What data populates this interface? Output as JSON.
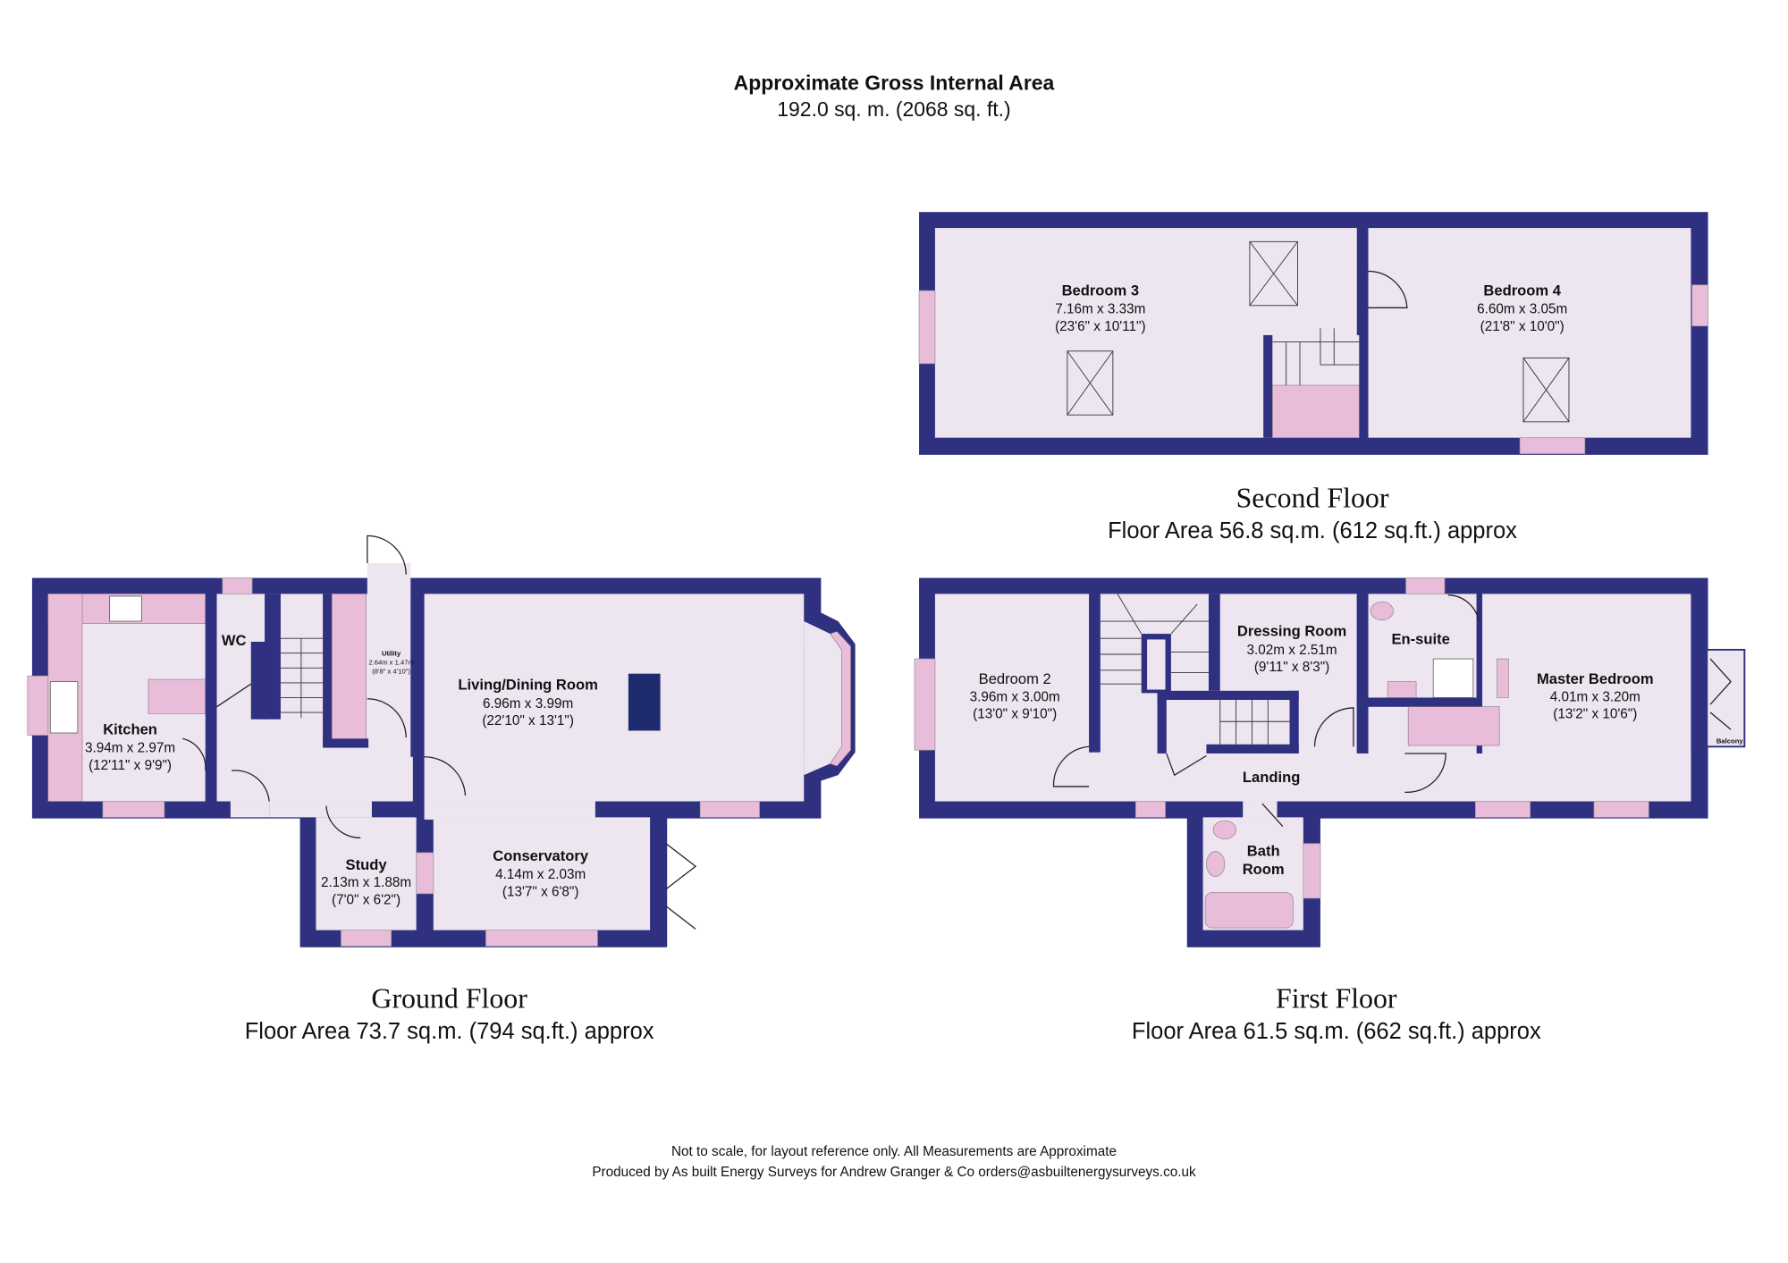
{
  "header": {
    "title": "Approximate Gross Internal Area",
    "total_area": "192.0 sq. m. (2068 sq. ft.)"
  },
  "colors": {
    "walls": "#2f3080",
    "floor": "#ede5f0",
    "fixtures": "#e9bdd9"
  },
  "floors": {
    "ground": {
      "name": "Ground Floor",
      "area": "Floor Area 73.7 sq.m. (794 sq.ft.) approx",
      "rooms": [
        {
          "name": "Kitchen",
          "metric": "3.94m x 2.97m",
          "imperial": "(12'11\" x 9'9\")"
        },
        {
          "name": "WC"
        },
        {
          "name": "Utility",
          "metric": "2.64m x 1.47m",
          "imperial": "(8'8\" x 4'10\")"
        },
        {
          "name": "Living/Dining Room",
          "metric": "6.96m x 3.99m",
          "imperial": "(22'10\" x 13'1\")"
        },
        {
          "name": "Study",
          "metric": "2.13m x 1.88m",
          "imperial": "(7'0\" x 6'2\")"
        },
        {
          "name": "Conservatory",
          "metric": "4.14m x 2.03m",
          "imperial": "(13'7\" x 6'8\")"
        }
      ]
    },
    "first": {
      "name": "First Floor",
      "area": "Floor Area 61.5 sq.m. (662 sq.ft.) approx",
      "rooms": [
        {
          "name": "Bedroom 2",
          "metric": "3.96m x 3.00m",
          "imperial": "(13'0\" x 9'10\")"
        },
        {
          "name": "Dressing Room",
          "metric": "3.02m x 2.51m",
          "imperial": "(9'11\" x 8'3\")"
        },
        {
          "name": "En-suite"
        },
        {
          "name": "Master Bedroom",
          "metric": "4.01m x 3.20m",
          "imperial": "(13'2\" x 10'6\")"
        },
        {
          "name": "Balcony"
        },
        {
          "name": "Landing"
        },
        {
          "name": "Bath",
          "name2": "Room"
        }
      ]
    },
    "second": {
      "name": "Second Floor",
      "area": "Floor Area 56.8 sq.m. (612 sq.ft.) approx",
      "rooms": [
        {
          "name": "Bedroom 3",
          "metric": "7.16m x 3.33m",
          "imperial": "(23'6\" x 10'11\")"
        },
        {
          "name": "Bedroom 4",
          "metric": "6.60m x 3.05m",
          "imperial": "(21'8\" x 10'0\")"
        }
      ]
    }
  },
  "footer": {
    "line1": "Not to scale, for layout reference  only. All Measurements are Approximate",
    "line2": "Produced by As built Energy Surveys for Andrew Granger & Co orders@asbuiltenergysurveys.co.uk"
  }
}
